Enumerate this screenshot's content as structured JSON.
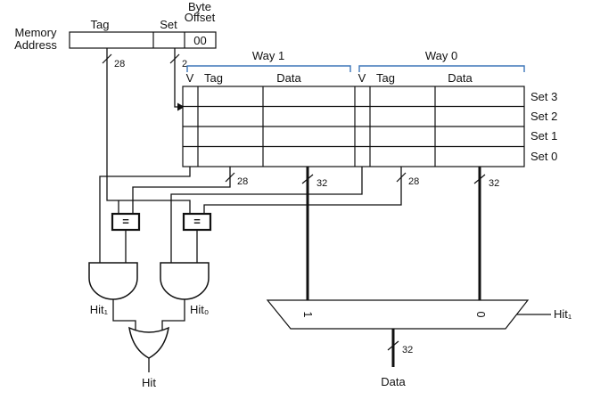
{
  "memory_address": {
    "label_line1": "Memory",
    "label_line2": "Address",
    "tag_label": "Tag",
    "set_label": "Set",
    "byte_label_line1": "Byte",
    "byte_label_line2": "Offset",
    "byte_offset_value": "00",
    "tag_width": "28",
    "set_width": "2"
  },
  "ways": {
    "way1": {
      "label": "Way 1",
      "col_v": "V",
      "col_tag": "Tag",
      "col_data": "Data",
      "tag_width": "28",
      "data_width": "32"
    },
    "way0": {
      "label": "Way 0",
      "col_v": "V",
      "col_tag": "Tag",
      "col_data": "Data",
      "tag_width": "28",
      "data_width": "32"
    }
  },
  "sets": [
    "Set 3",
    "Set 2",
    "Set 1",
    "Set 0"
  ],
  "comparators": {
    "left": "=",
    "right": "="
  },
  "hits": {
    "hit1": "Hit₁",
    "hit0": "Hit₀",
    "hit": "Hit"
  },
  "mux": {
    "input1": "1",
    "input0": "0",
    "select": "Hit₁",
    "output_width": "32",
    "output_label": "Data"
  },
  "colors": {
    "way_label_blue": "#3d76b8"
  }
}
